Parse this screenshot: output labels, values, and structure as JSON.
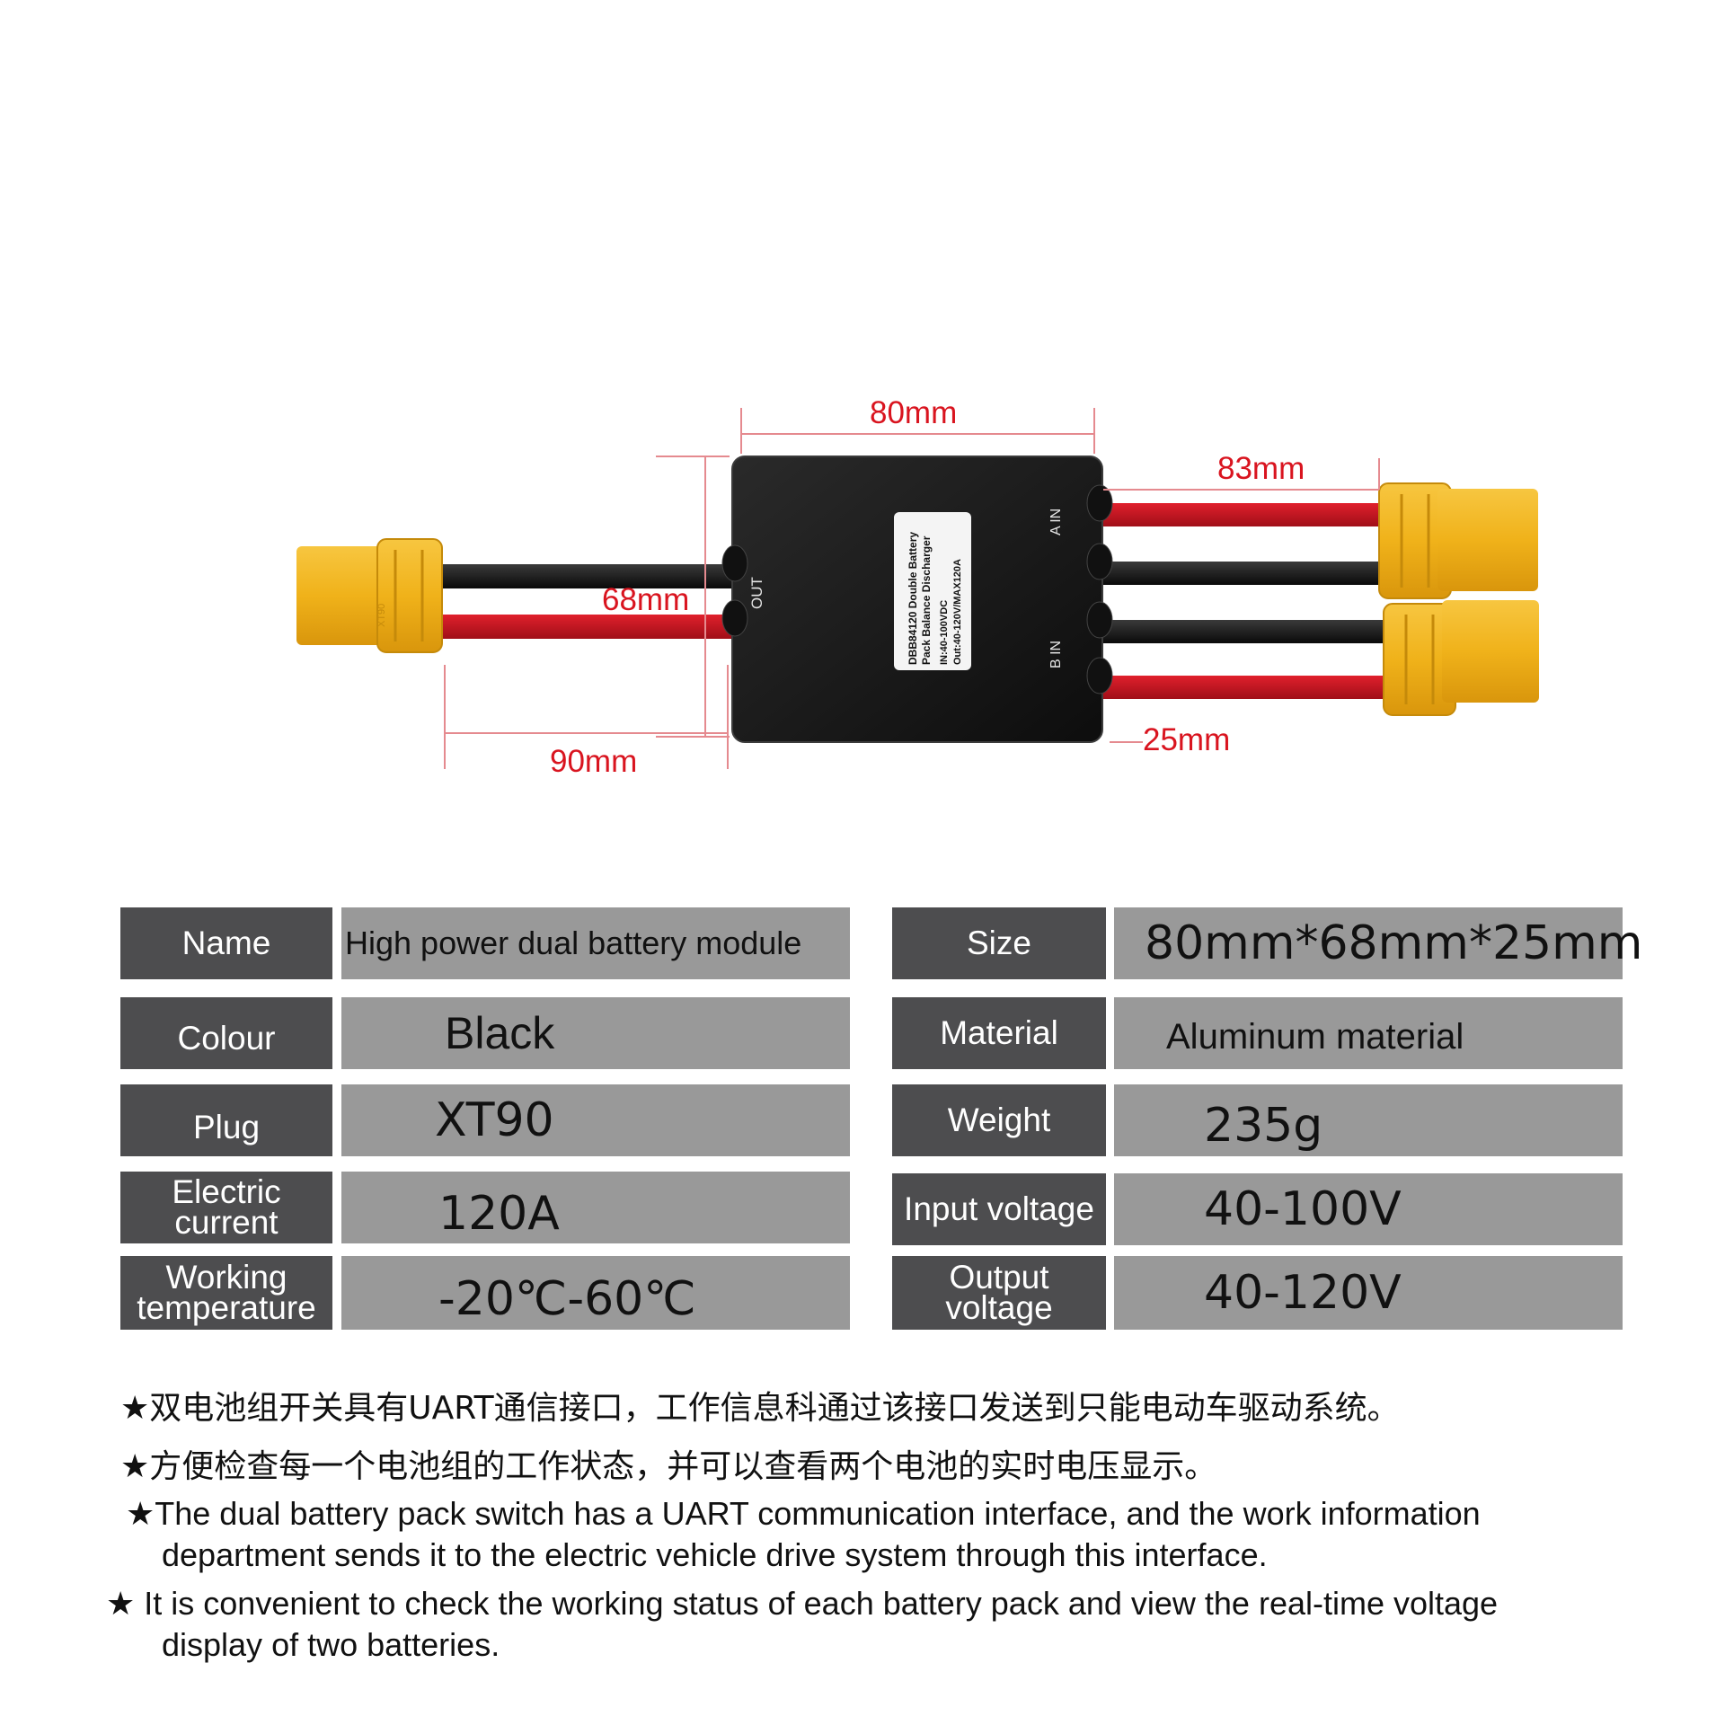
{
  "product": {
    "dimensions": {
      "top_width": "80mm",
      "cable_length": "83mm",
      "height": "68mm",
      "plug_cable": "90mm",
      "thickness": "25mm"
    },
    "box_label": {
      "line1": "DBB84120 Double Battery",
      "line2": "Pack Balance Discharger",
      "line3": "IN:40-100VDC",
      "line4": "Out:40-120V/MAX120A"
    },
    "port_out": "OUT",
    "port_a": "A IN",
    "port_b": "B IN",
    "plug_text": "XT90"
  },
  "specs": {
    "left": [
      {
        "label": "Name",
        "value": "High power dual battery module"
      },
      {
        "label": "Colour",
        "value": "Black"
      },
      {
        "label": "Plug",
        "value": "XT90"
      },
      {
        "label": "Electric current",
        "value": "120A"
      },
      {
        "label": "Working temperature",
        "value": "-20℃-60℃"
      }
    ],
    "right": [
      {
        "label": "Size",
        "value": "80mm*68mm*25mm"
      },
      {
        "label": "Material",
        "value": "Aluminum material"
      },
      {
        "label": "Weight",
        "value": "235g"
      },
      {
        "label": "Input voltage",
        "value": "40-100V"
      },
      {
        "label": "Output voltage",
        "value": "40-120V"
      }
    ]
  },
  "notes": {
    "cn1": "★双电池组开关具有UART通信接口，工作信息科通过该接口发送到只能电动车驱动系统。",
    "cn2": "★方便检查每一个电池组的工作状态，并可以查看两个电池的实时电压显示。",
    "en1_line1": "★The dual battery pack switch has a UART communication interface, and the work information",
    "en1_line2": "department sends it to the electric vehicle drive system through this interface.",
    "en2_line1": "★ It is convenient to check the working status of each battery pack and view the real-time voltage",
    "en2_line2": "display of two batteries."
  },
  "colors": {
    "dimension_red": "#d9141f",
    "label_cell": "#4d4d4f",
    "value_cell": "#999999",
    "connector_yellow": "#f2b51d",
    "cable_red": "#c4141f",
    "housing_black": "#1a1a1a"
  }
}
